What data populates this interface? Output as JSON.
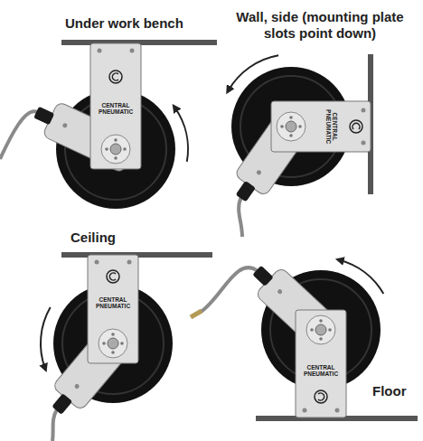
{
  "diagram": {
    "labels": [
      "Under work bench",
      "CENTRAL PNEUMATIC",
      "Wall, side (mounting plate slots point down)",
      "CENTRAL PNEUMATIC",
      "Ceiling",
      "CENTRAL PNEUMATIC",
      "CENTRAL PNEUMATIC",
      "Floor"
    ]
  }
}
